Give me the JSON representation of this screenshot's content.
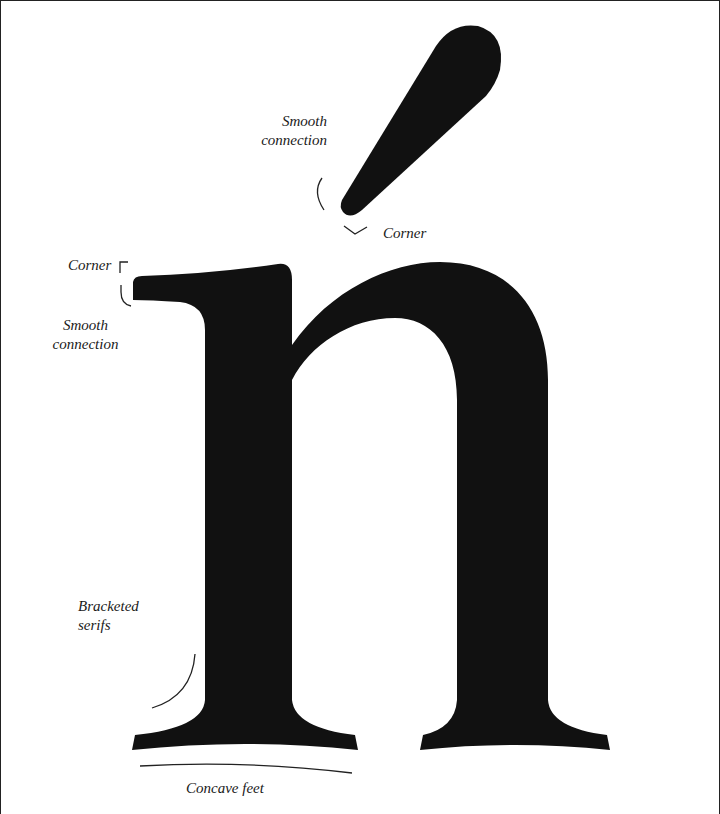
{
  "diagram": {
    "labels": [
      "Smooth connection",
      "Corner",
      "Corner",
      "Smooth connection",
      "Bracketed serifs",
      "Concave feet"
    ]
  }
}
